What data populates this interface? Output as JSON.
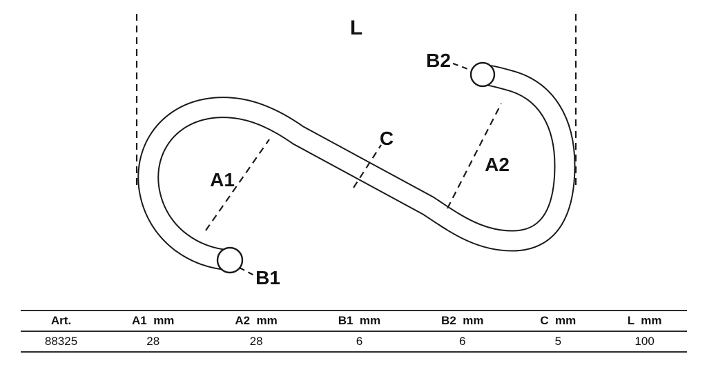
{
  "diagram": {
    "labels": {
      "L": "L",
      "A1": "A1",
      "A2": "A2",
      "B1": "B1",
      "B2": "B2",
      "C": "C"
    }
  },
  "table": {
    "headers": [
      "Art.",
      "A1  mm",
      "A2  mm",
      "B1  mm",
      "B2  mm",
      "C  mm",
      "L  mm"
    ],
    "rows": [
      [
        "88325",
        "28",
        "28",
        "6",
        "6",
        "5",
        "100"
      ]
    ]
  }
}
